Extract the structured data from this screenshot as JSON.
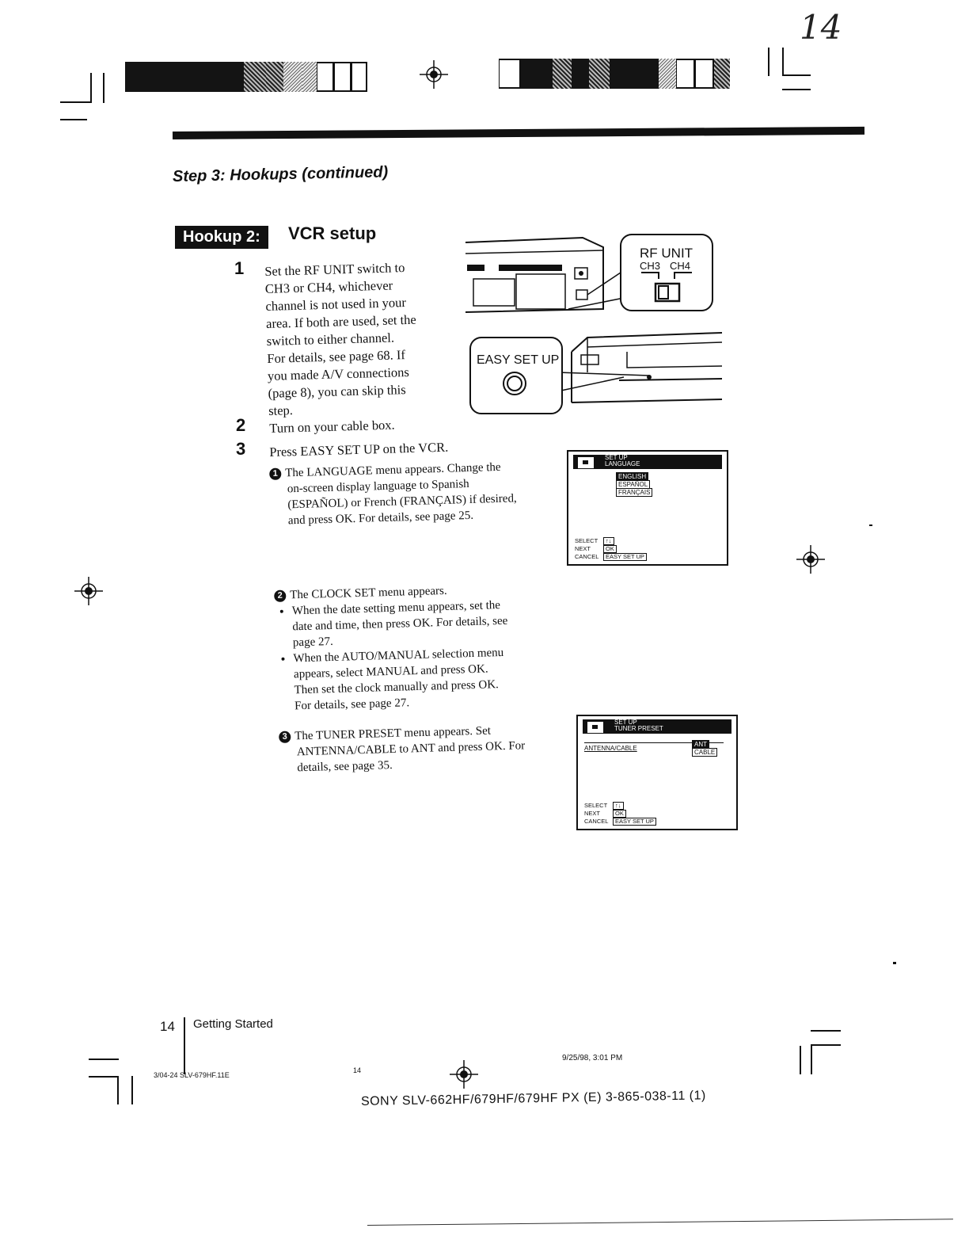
{
  "page_mark": "14",
  "header": {
    "step_title": "Step 3: Hookups (continued)"
  },
  "section": {
    "badge": "Hookup 2:",
    "title": "VCR setup"
  },
  "steps": [
    {
      "num": "1",
      "lines": [
        "Set the RF UNIT switch to",
        "CH3 or CH4, whichever",
        "channel is not used in your",
        "area.  If both are used, set the",
        "switch to either channel.",
        "For details, see page 68.  If",
        "you made A/V connections",
        "(page 8), you can skip this",
        "step."
      ]
    },
    {
      "num": "2",
      "text": "Turn on your cable box."
    },
    {
      "num": "3",
      "text": "Press EASY SET UP on the VCR."
    }
  ],
  "substeps": {
    "language": {
      "marker": "1",
      "lines": [
        "The LANGUAGE menu appears.  Change the",
        "on-screen display language to Spanish",
        "(ESPAÑOL) or French (FRANÇAIS) if desired,",
        "and press OK.  For details, see page 25."
      ]
    },
    "clock": {
      "marker": "2",
      "intro": "The CLOCK SET menu appears.",
      "bullets": [
        [
          "When the date setting menu appears, set the",
          "date and time, then press OK.  For details, see",
          "page 27."
        ],
        [
          "When the AUTO/MANUAL selection menu",
          "appears, select MANUAL and press OK.",
          "Then set the clock manually and press OK.",
          "For details, see page 27."
        ]
      ]
    },
    "tuner": {
      "marker": "3",
      "lines": [
        "The TUNER PRESET menu appears.  Set",
        "ANTENNA/CABLE to ANT and press OK.  For",
        "details, see page 35."
      ]
    }
  },
  "illustration": {
    "rf_unit_label": "RF UNIT",
    "ch3": "CH3",
    "ch4": "CH4",
    "easy_setup_label": "EASY SET UP"
  },
  "osd_language": {
    "bar_line1": "SET UP",
    "bar_line2": "LANGUAGE",
    "options": [
      "ENGLISH",
      "ESPAÑOL",
      "FRANÇAIS"
    ],
    "legend": [
      {
        "key": "SELECT",
        "val": "↑↓"
      },
      {
        "key": "NEXT",
        "val": "OK"
      },
      {
        "key": "CANCEL",
        "val": "EASY SET UP"
      }
    ]
  },
  "osd_tuner": {
    "bar_line1": "SET UP",
    "bar_line2": "TUNER PRESET",
    "row_label": "ANTENNA/CABLE",
    "options": [
      "ANT",
      "CABLE"
    ],
    "legend": [
      {
        "key": "SELECT",
        "val": "↑↓"
      },
      {
        "key": "NEXT",
        "val": "OK"
      },
      {
        "key": "CANCEL",
        "val": "EASY SET UP"
      }
    ]
  },
  "footer": {
    "page_num": "14",
    "section": "Getting Started",
    "file_code": "3/04-24 SLV-679HF.11E",
    "center_num": "14",
    "datetime": "9/25/98, 3:01 PM",
    "model_line": "SONY  SLV-662HF/679HF/679HF PX (E)   3-865-038-11 (1)"
  }
}
